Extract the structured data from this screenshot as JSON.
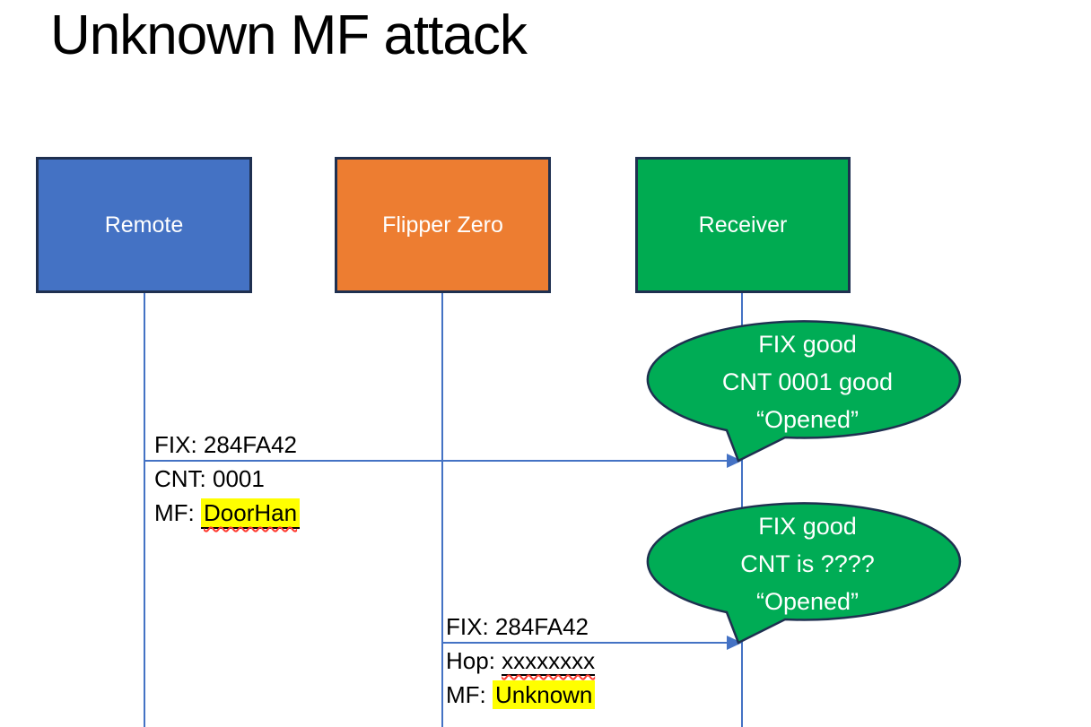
{
  "slide": {
    "title": "Unknown MF attack"
  },
  "actors": {
    "remote": {
      "label": "Remote",
      "fill": "#4472C4"
    },
    "flipper": {
      "label": "Flipper Zero",
      "fill": "#ED7D31"
    },
    "receiver": {
      "label": "Receiver",
      "fill": "#00AB51"
    }
  },
  "messages": {
    "remote_to_receiver": {
      "line1": "FIX: 284FA42",
      "line2": "CNT: 0001",
      "line3_prefix": "MF: ",
      "line3_term": "DoorHan"
    },
    "flipper_to_receiver": {
      "line1": "FIX: 284FA42",
      "line2_prefix": "Hop: ",
      "line2_term": "xxxxxxxx",
      "line3_prefix": "MF: ",
      "line3_term": "Unknown"
    }
  },
  "callouts": {
    "first": {
      "line1": "FIX good",
      "line2": "CNT 0001 good",
      "line3": "“Opened”"
    },
    "second": {
      "line1": "FIX good",
      "line2": "CNT is ????",
      "line3": "“Opened”"
    }
  },
  "colors": {
    "actor_border": "#1F3050",
    "line_blue": "#4472C4",
    "callout_green": "#00AC55",
    "highlight_yellow": "#FFFF00",
    "squiggle_red": "#FF3B30",
    "text_white": "#FFFFFF",
    "text_black": "#000000"
  }
}
